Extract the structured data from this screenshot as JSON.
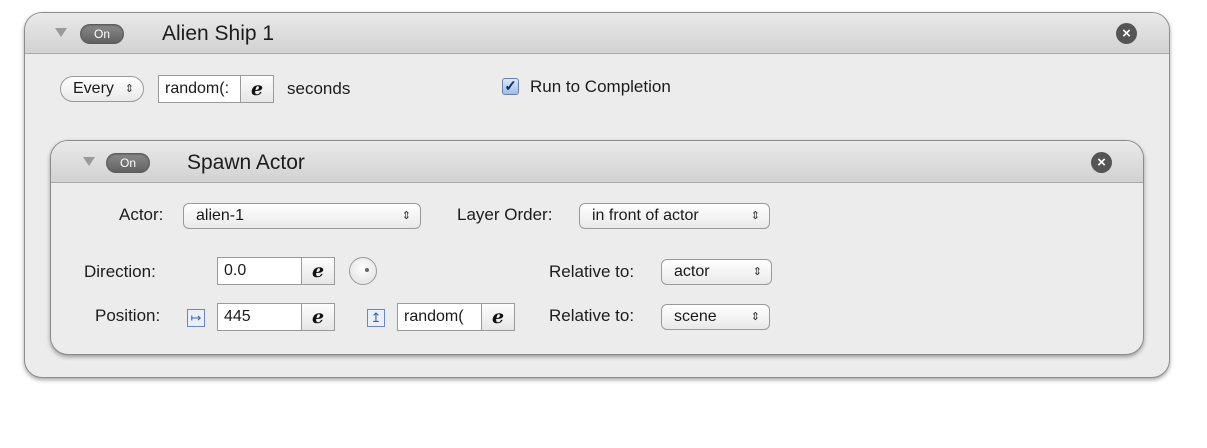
{
  "outer": {
    "toggle": "On",
    "title": "Alien Ship 1",
    "every_popup": "Every",
    "interval_value": "random(:",
    "expr_glyph": "e",
    "seconds_label": "seconds",
    "run_to_completion_label": "Run to Completion",
    "run_to_completion_checked": true
  },
  "inner": {
    "toggle": "On",
    "title": "Spawn Actor",
    "actor_label": "Actor:",
    "actor_value": "alien-1",
    "layer_order_label": "Layer Order:",
    "layer_order_value": "in front of actor",
    "direction_label": "Direction:",
    "direction_value": "0.0",
    "direction_relative_label": "Relative to:",
    "direction_relative_value": "actor",
    "position_label": "Position:",
    "position_x_value": "445",
    "position_y_value": "random(",
    "position_relative_label": "Relative to:",
    "position_relative_value": "scene",
    "expr_glyph": "e"
  },
  "glyphs": {
    "close": "×",
    "updown": "⇕",
    "check": "✓",
    "x_axis": "↦",
    "y_axis": "↥"
  }
}
